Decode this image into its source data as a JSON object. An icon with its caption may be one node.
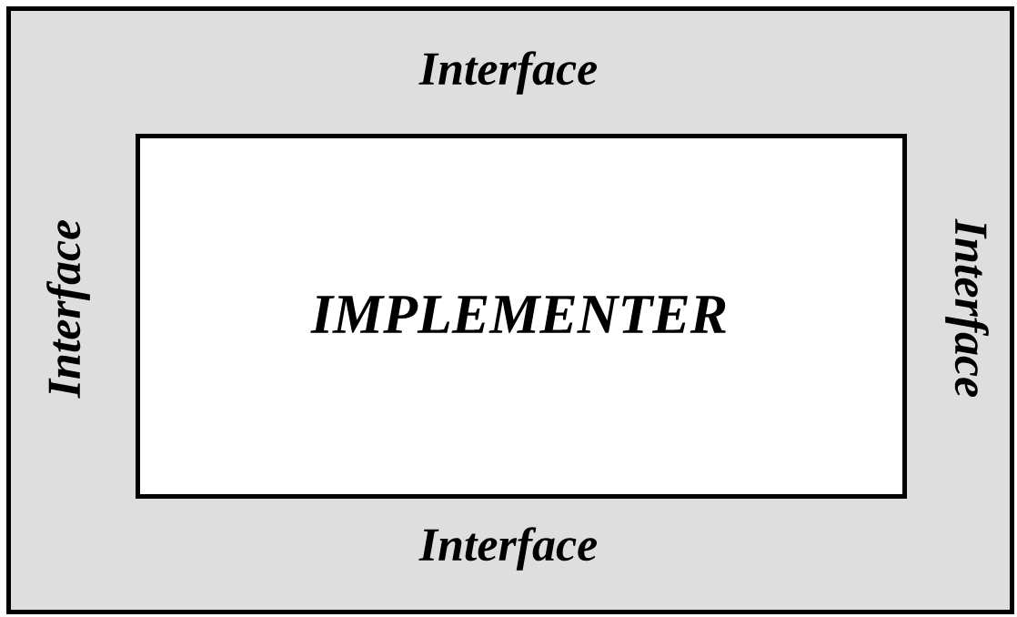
{
  "diagram": {
    "nodes": [
      {
        "text": [
          "Interface",
          "Interface",
          "Interface",
          "Interface"
        ]
      },
      {
        "text": [
          "IMPLEMENTER"
        ],
        "in": 0
      }
    ]
  }
}
